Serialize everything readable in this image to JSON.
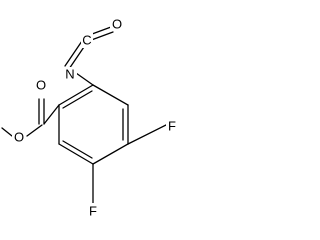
{
  "atoms": {
    "isocyanate_oxygen": "O",
    "isocyanate_carbon": "C",
    "isocyanate_nitrogen": "N",
    "carbonyl_oxygen": "O",
    "ester_oxygen": "O",
    "fluorine_4": "F",
    "fluorine_5": "F"
  },
  "colors": {
    "bond": "#000000",
    "label": "#000000",
    "background": "#ffffff"
  }
}
